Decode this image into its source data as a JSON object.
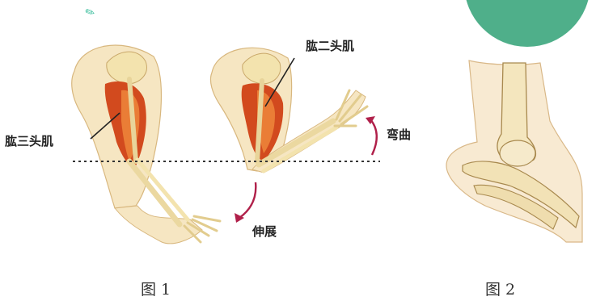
{
  "figure1": {
    "caption": "图 1",
    "labels": {
      "triceps": "肱三头肌",
      "biceps": "肱二头肌",
      "flexion": "弯曲",
      "extension": "伸展"
    }
  },
  "figure2": {
    "caption": "图 2"
  },
  "colors": {
    "skin": "#F6E6C2",
    "skin_outline": "#D8B77E",
    "muscle": "#D24A1E",
    "muscle_light": "#F08A3C",
    "bone": "#F3E3AE",
    "arrow": "#B0204A",
    "green_badge": "#4FAF8A"
  }
}
